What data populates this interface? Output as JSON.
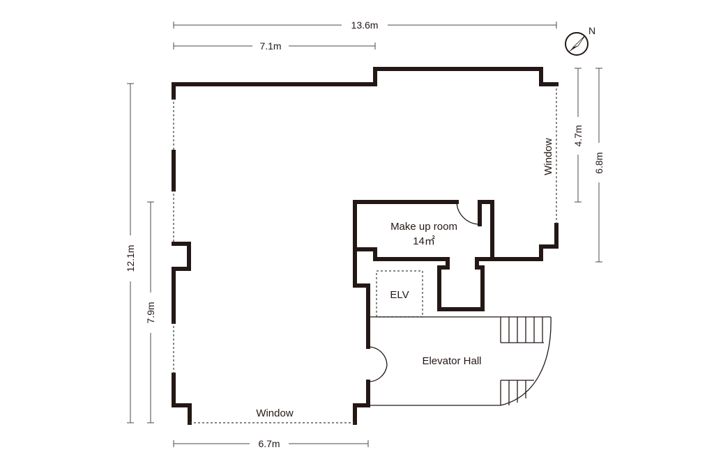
{
  "dimensions": {
    "total_width": "13.6m",
    "upper_width": "7.1m",
    "bottom_width": "6.7m",
    "total_height": "12.1m",
    "left_lower_height": "7.9m",
    "right_window_height": "4.7m",
    "right_total_height": "6.8m"
  },
  "rooms": {
    "makeup_room_name": "Make up room",
    "makeup_room_area": "14㎡",
    "elevator": "ELV",
    "elevator_hall": "Elevator Hall"
  },
  "windows": {
    "bottom": "Window",
    "right": "Window"
  },
  "compass": {
    "north": "N"
  }
}
